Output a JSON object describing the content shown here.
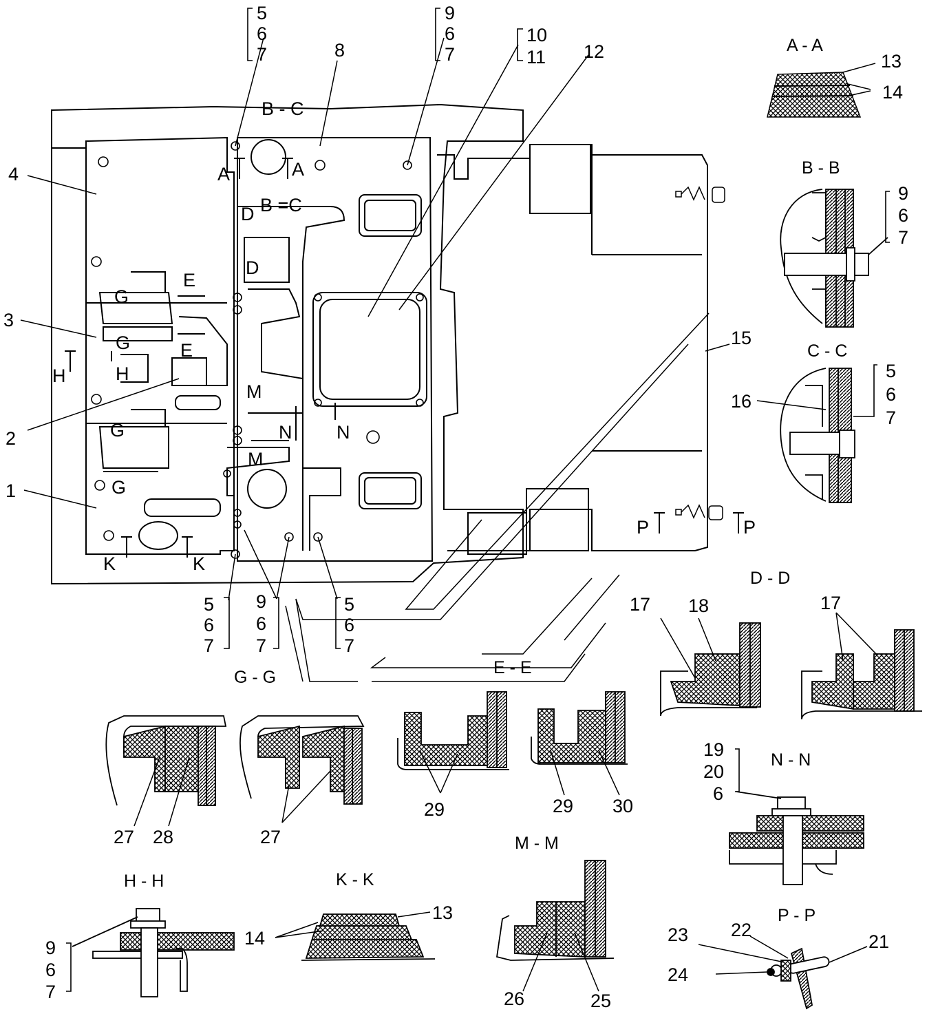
{
  "callouts": {
    "c1": "1",
    "c2": "2",
    "c3": "3",
    "c4": "4",
    "c8": "8",
    "c12": "12",
    "c15": "15",
    "c16": "16",
    "top_a": [
      "5",
      "6",
      "7"
    ],
    "top_b": [
      "9",
      "6",
      "7"
    ],
    "top_c": [
      "10",
      "11"
    ],
    "bot_a": [
      "5",
      "6",
      "7"
    ],
    "bot_b": [
      "9",
      "6",
      "7"
    ],
    "bot_c": [
      "5",
      "6",
      "7"
    ]
  },
  "cut_marks": {
    "A": "A",
    "BC": "B - C",
    "BeqC": "B =C",
    "D": "D",
    "E": "E",
    "G": "G",
    "H": "H",
    "K": "K",
    "M": "M",
    "N": "N",
    "P": "P"
  },
  "sections": {
    "aa": {
      "title": "A - A",
      "labels": [
        "13",
        "14"
      ]
    },
    "bb": {
      "title": "B - B",
      "labels": [
        "9",
        "6",
        "7"
      ]
    },
    "cc": {
      "title": "C - C",
      "labels": [
        "5",
        "6",
        "7"
      ]
    },
    "dd": {
      "title": "D - D",
      "labels": [
        "17",
        "18",
        "17"
      ]
    },
    "gg": {
      "title": "G - G",
      "labels": [
        "27",
        "28",
        "27"
      ]
    },
    "ee": {
      "title": "E - E",
      "labels": [
        "29",
        "29",
        "30"
      ]
    },
    "nn": {
      "title": "N - N",
      "labels": [
        "19",
        "20",
        "6"
      ]
    },
    "mm": {
      "title": "M - M",
      "labels": [
        "26",
        "25"
      ]
    },
    "hh": {
      "title": "H - H",
      "labels": [
        "9",
        "6",
        "7"
      ]
    },
    "kk": {
      "title": "K - K",
      "labels": [
        "14",
        "13"
      ]
    },
    "pp": {
      "title": "P - P",
      "labels": [
        "23",
        "22",
        "21",
        "24"
      ]
    }
  },
  "colors": {
    "line": "#000000",
    "background": "#ffffff"
  }
}
